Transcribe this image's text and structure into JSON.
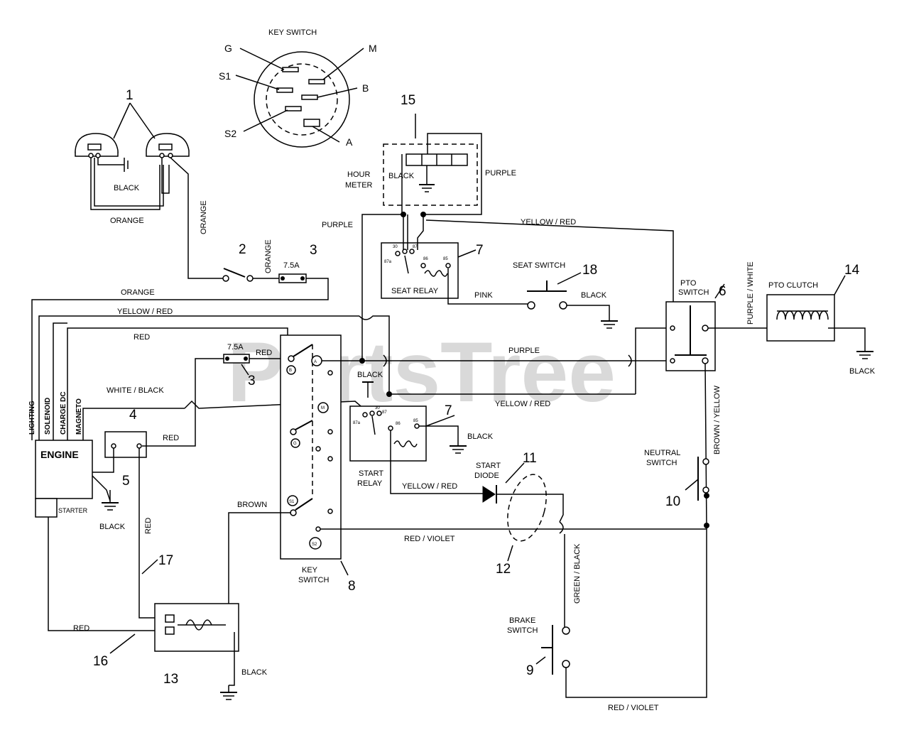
{
  "watermark": "PartsTree",
  "labels": {
    "key_switch_top": "KEY SWITCH",
    "ks_g": "G",
    "ks_m": "M",
    "ks_s1": "S1",
    "ks_b": "B",
    "ks_s2": "S2",
    "ks_a": "A",
    "black_lamp": "BLACK",
    "orange_lamp": "ORANGE",
    "orange_vert": "ORANGE",
    "orange_switch": "ORANGE",
    "fuse_7_5a_top": "7.5A",
    "orange_main": "ORANGE",
    "yellow_red_main": "YELLOW / RED",
    "red_main": "RED",
    "fuse_7_5a_mid": "7.5A",
    "red_fuse": "RED",
    "white_black": "WHITE / BLACK",
    "red_regulator": "RED",
    "engine": "ENGINE",
    "lighting": "LIGHTING",
    "solenoid": "SOLENOID",
    "charge_dc": "CHARGE DC",
    "magneto": "MAGNETO",
    "starter": "STARTER",
    "black_ground_left": "BLACK",
    "red_vert": "RED",
    "red_bottom": "RED",
    "black_solenoid": "BLACK",
    "brown": "BROWN",
    "key_switch_label": "KEY\nSWITCH",
    "term_a": "A",
    "term_b": "B",
    "term_m": "M",
    "term_g": "G",
    "term_s1": "S1",
    "term_s2": "S2",
    "hour_meter": "HOUR\nMETER",
    "black_hour": "BLACK",
    "purple_hour": "PURPLE",
    "purple_left": "PURPLE",
    "yellow_red_top": "YELLOW / RED",
    "seat_relay": "SEAT RELAY",
    "seat_switch": "SEAT SWITCH",
    "pink": "PINK",
    "black_seat": "BLACK",
    "pto_switch": "PTO\nSWITCH",
    "purple_white": "PURPLE / WHITE",
    "pto_clutch": "PTO  CLUTCH",
    "black_pto": "BLACK",
    "purple_mid": "PURPLE",
    "black_mid": "BLACK",
    "yellow_red_mid": "YELLOW / RED",
    "black_start": "BLACK",
    "start_relay": "START\nRELAY",
    "start_diode": "START\nDIODE",
    "yellow_red_diode": "YELLOW / RED",
    "neutral_switch": "NEUTRAL\nSWITCH",
    "brown_yellow": "BROWN / YELLOW",
    "red_violet_mid": "RED / VIOLET",
    "green_black": "GREEN / BLACK",
    "brake_switch": "BRAKE\nSWITCH",
    "red_violet_bottom": "RED / VIOLET",
    "relay_30": "30",
    "relay_87": "87",
    "relay_87a": "87a",
    "relay_86": "86",
    "relay_85": "85"
  },
  "callouts": {
    "c1": "1",
    "c2": "2",
    "c3a": "3",
    "c3b": "3",
    "c4": "4",
    "c5": "5",
    "c6": "6",
    "c7a": "7",
    "c7b": "7",
    "c8": "8",
    "c9": "9",
    "c10": "10",
    "c11": "11",
    "c12": "12",
    "c13": "13",
    "c14": "14",
    "c15": "15",
    "c16": "16",
    "c17": "17",
    "c18": "18"
  }
}
